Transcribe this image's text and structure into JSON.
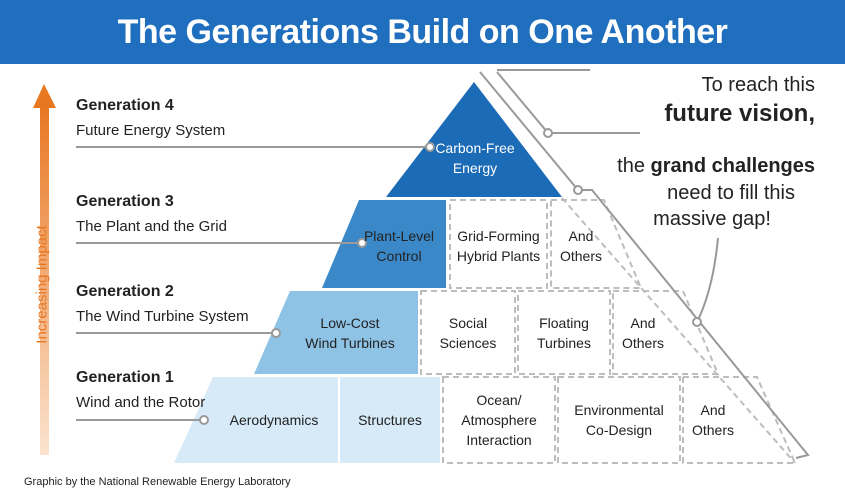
{
  "title": "The Generations Build on One Another",
  "axis_label": "Increasing Impact",
  "generations": [
    {
      "title": "Generation 4",
      "subtitle": "Future Energy System"
    },
    {
      "title": "Generation 3",
      "subtitle": "The Plant and the Grid"
    },
    {
      "title": "Generation 2",
      "subtitle": "The Wind Turbine System"
    },
    {
      "title": "Generation 1",
      "subtitle": "Wind and the Rotor"
    }
  ],
  "blocks": {
    "g4": [
      "Carbon-Free",
      "Energy"
    ],
    "g3": {
      "a": [
        "Plant-Level",
        "Control"
      ],
      "b": [
        "Grid-Forming",
        "Hybrid Plants"
      ],
      "c": [
        "And",
        "Others"
      ]
    },
    "g2": {
      "a": [
        "Low-Cost",
        "Wind Turbines"
      ],
      "b": [
        "Social",
        "Sciences"
      ],
      "c": [
        "Floating",
        "Turbines"
      ],
      "d": [
        "And",
        "Others"
      ]
    },
    "g1": {
      "a": "Aerodynamics",
      "b": "Structures",
      "c": [
        "Ocean/",
        "Atmosphere",
        "Interaction"
      ],
      "d": [
        "Environmental",
        "Co-Design"
      ],
      "e": [
        "And",
        "Others"
      ]
    }
  },
  "callout": {
    "line1": "To reach this",
    "line2": "future vision,",
    "line3_pre": "the ",
    "line3_bold": "grand challenges",
    "line4": "need to fill this",
    "line5": "massive gap!"
  },
  "credit": "Graphic by the National Renewable Energy Laboratory",
  "colors": {
    "banner": "#1f6fbe",
    "dark_blue": "#1b6bb7",
    "mid_blue": "#3a88c8",
    "light_blue": "#8ec3e6",
    "pale_blue": "#d6eaf7",
    "arrow": "#e87722"
  }
}
